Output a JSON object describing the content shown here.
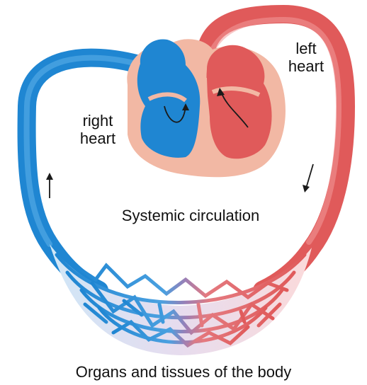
{
  "labels": {
    "left_heart": [
      "left",
      "heart"
    ],
    "right_heart": [
      "right",
      "heart"
    ],
    "systemic": "Systemic circulation",
    "organs": "Organs and tissues of the body"
  },
  "colors": {
    "venous_blue": "#1f86d2",
    "venous_blue_light": "#4aa6e6",
    "arterial_red": "#e05a5a",
    "arterial_red_light": "#f08484",
    "heart_wall": "#f2b8a4",
    "capillary_mix": "#8a7bb8",
    "outline": "#1a1a1a"
  },
  "icons": [
    "arrow-up-icon",
    "arrow-down-icon",
    "flow-arrow-icon"
  ]
}
